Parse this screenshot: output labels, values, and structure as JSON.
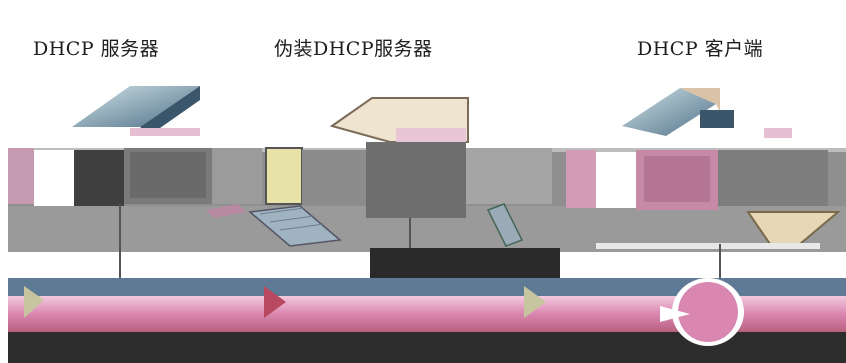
{
  "labels": {
    "dhcp_server": "DHCP 服务器",
    "fake_dhcp_server": "伪装DHCP服务器",
    "dhcp_client": "DHCP 客户端"
  },
  "colors": {
    "background": "#ffffff",
    "desk_gray": "#8c8c8c",
    "dark_gray": "#5a5a5a",
    "black_bar": "#2a2a2a",
    "pink": "#c79ab4",
    "pink_light": "#e6bfd3",
    "cream": "#efe4cf",
    "steel_blue": "#5b7b94",
    "cyan_light": "#cfe3e6",
    "yellow_screen": "#e7e2a8",
    "network_pink": "#d987b0"
  },
  "icons": {
    "server": "server-tower-icon",
    "fake_server": "computer-with-keyboard-icon",
    "client": "laptop-icon",
    "network": "network-cable-icon"
  }
}
